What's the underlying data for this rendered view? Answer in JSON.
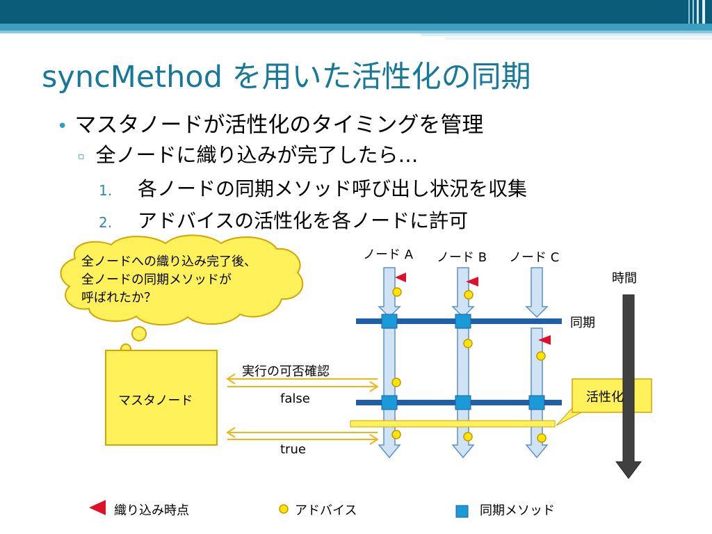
{
  "title": "syncMethod を用いた活性化の同期",
  "bullets": {
    "level1": "マスタノードが活性化のタイミングを管理",
    "level2": "全ノードに織り込みが完了したら…",
    "numbered": [
      {
        "num": "1.",
        "text": "各ノードの同期メソッド呼び出し状況を収集"
      },
      {
        "num": "2.",
        "text": "アドバイスの活性化を各ノードに許可"
      }
    ]
  },
  "diagram": {
    "nodes": [
      "ノード A",
      "ノード B",
      "ノード C"
    ],
    "time_label": "時間",
    "sync_label": "同期",
    "activate_label": "活性化",
    "thought_bubble": [
      "全ノードへの織り込み完了後、",
      "全ノードの同期メソッドが",
      "呼ばれたか？"
    ],
    "master_label": "マスタノード",
    "check_label": "実行の可否確認",
    "response_false": "false",
    "response_true": "true"
  },
  "legend": {
    "weave_point": "織り込み時点",
    "advice": "アドバイス",
    "sync_method": "同期メソッド"
  },
  "colors": {
    "title": "#17799a",
    "header_band": "#0a5c78",
    "node_arrow_fill": "#cfe3f5",
    "node_arrow_stroke": "#5b8fd0",
    "sync_bar": "#1f5faa",
    "sync_square": "#1a9ad6",
    "weave_marker": "#e0102a",
    "advice_dot": "#ffe600",
    "thought_fill": "#fff15a",
    "thought_stroke": "#d6a300",
    "master_fill": "#fff15a",
    "response_arrow": "#f2b516",
    "time_arrow": "#404040"
  }
}
